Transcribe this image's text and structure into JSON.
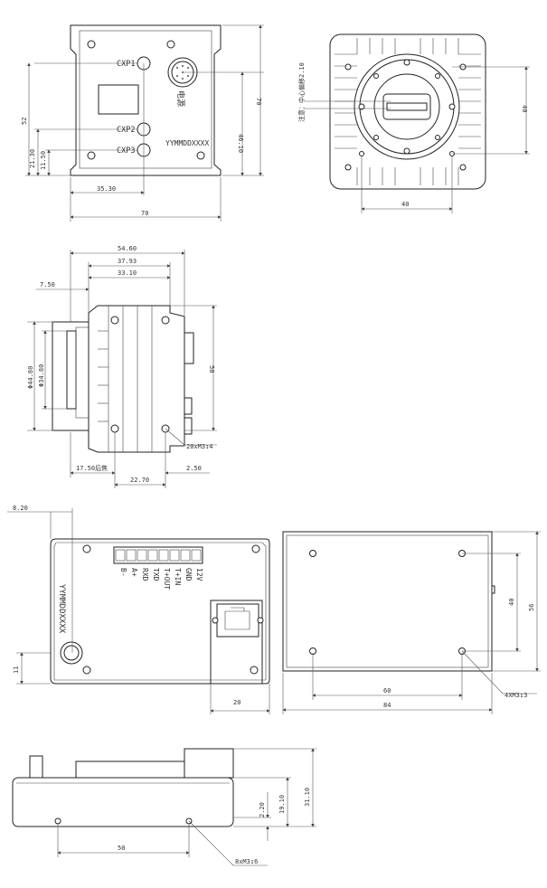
{
  "front_view": {
    "labels": {
      "cxp1": "CXP1",
      "cxp2": "CXP2",
      "cxp3": "CXP3",
      "power": "电源",
      "serial": "YYMMDDXXXX"
    },
    "dims": {
      "h52": "52",
      "h21_30": "21.30",
      "h11_50": "11.50",
      "w35_30": "35.30",
      "w70": "70",
      "h46_10": "46.10",
      "h70": "70"
    }
  },
  "lens_view": {
    "note": "注意：中心偏移2.10",
    "dims": {
      "h40": "40",
      "w40": "40"
    }
  },
  "side_view": {
    "dims": {
      "d54_60": "54.60",
      "d37_93": "37.93",
      "d33_10": "33.10",
      "d7_50": "7.50",
      "phi44_80": "Φ44.80",
      "phi34_80": "Φ34.80",
      "h50": "50",
      "d17_50": "17.50后焦",
      "d2_50": "2.50",
      "d22_70": "22.70"
    },
    "thread_note": "20xM3↧4"
  },
  "back_view": {
    "dims": {
      "d8_20": "8.20",
      "d11": "11",
      "d20": "20"
    },
    "pins": [
      "12V",
      "GND",
      "T+IN",
      "T+OUT",
      "TXD",
      "RXD",
      "A+",
      "B-"
    ],
    "serial": "YYMMDDXXXX"
  },
  "bottom_plate": {
    "dims": {
      "h40": "40",
      "h56": "56",
      "w60": "60",
      "w84": "84"
    },
    "thread_note": "4XM3↧3"
  },
  "lower_view": {
    "dims": {
      "h2_20": "2.20",
      "h19_10": "19.10",
      "h31_10": "31.10",
      "w50": "50"
    },
    "thread_note": "8xM3↧6"
  }
}
